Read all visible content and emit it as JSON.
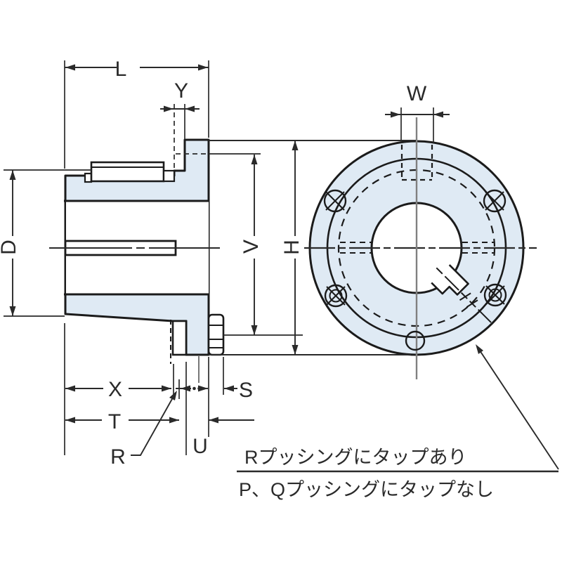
{
  "diagram": {
    "type": "technical-drawing-bushing",
    "labels": {
      "L": "L",
      "Y": "Y",
      "W": "W",
      "D": "D",
      "V": "V",
      "H": "H",
      "X": "X",
      "S": "S",
      "T": "T",
      "U": "U",
      "R": "R"
    },
    "notes": {
      "line1": "Rプッシングにタップあり",
      "line2": "P、Qプッシングにタップなし"
    },
    "colors": {
      "part_fill": "#dfeaf4",
      "outline": "#1b1b1b",
      "dimension_line": "#2a2a2a",
      "centerline": "#808080",
      "background": "#ffffff"
    }
  }
}
